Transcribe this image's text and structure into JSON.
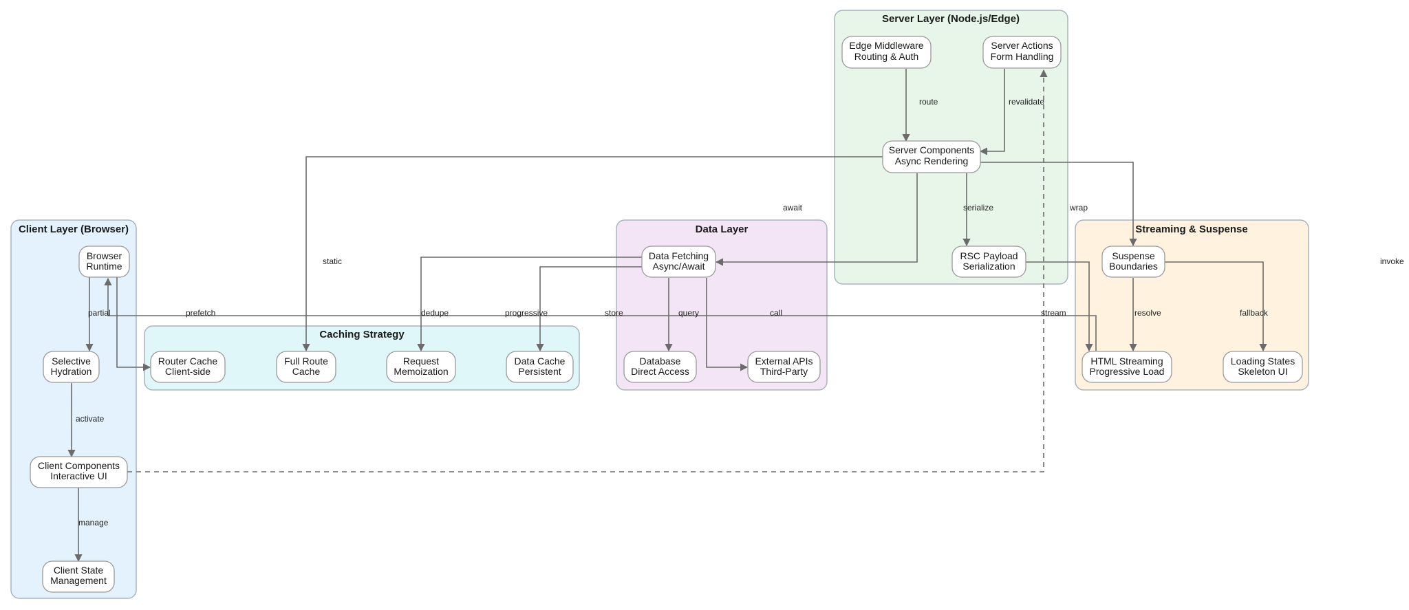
{
  "colors": {
    "client_fill": "#e3f2fd",
    "caching_fill": "#e0f7fa",
    "data_fill": "#f3e5f5",
    "server_fill": "#e8f5e9",
    "streaming_fill": "#fff3e0",
    "cluster_stroke": "#a9b4bf",
    "node_stroke": "#999999",
    "edge": "#6b6b6b"
  },
  "clusters": {
    "client": "Client Layer (Browser)",
    "caching": "Caching Strategy",
    "data": "Data Layer",
    "server": "Server Layer (Node.js/Edge)",
    "streaming": "Streaming & Suspense"
  },
  "nodes": {
    "browser_runtime": [
      "Browser",
      "Runtime"
    ],
    "selective_hydration": [
      "Selective",
      "Hydration"
    ],
    "client_components": [
      "Client Components",
      "Interactive UI"
    ],
    "client_state": [
      "Client State",
      "Management"
    ],
    "router_cache": [
      "Router Cache",
      "Client-side"
    ],
    "full_route_cache": [
      "Full Route",
      "Cache"
    ],
    "request_memo": [
      "Request",
      "Memoization"
    ],
    "data_cache": [
      "Data Cache",
      "Persistent"
    ],
    "data_fetching": [
      "Data Fetching",
      "Async/Await"
    ],
    "database": [
      "Database",
      "Direct Access"
    ],
    "external_apis": [
      "External APIs",
      "Third-Party"
    ],
    "edge_middleware": [
      "Edge Middleware",
      "Routing & Auth"
    ],
    "server_actions": [
      "Server Actions",
      "Form Handling"
    ],
    "server_components": [
      "Server Components",
      "Async Rendering"
    ],
    "rsc_payload": [
      "RSC Payload",
      "Serialization"
    ],
    "suspense_boundaries": [
      "Suspense",
      "Boundaries"
    ],
    "html_streaming": [
      "HTML Streaming",
      "Progressive Load"
    ],
    "loading_states": [
      "Loading States",
      "Skeleton UI"
    ]
  },
  "edge_labels": {
    "partial": "partial",
    "prefetch": "prefetch",
    "activate": "activate",
    "manage": "manage",
    "static": "static",
    "dedupe": "dedupe",
    "progressive": "progressive",
    "store": "store",
    "query": "query",
    "call": "call",
    "await": "await",
    "route": "route",
    "revalidate": "revalidate",
    "serialize": "serialize",
    "wrap": "wrap",
    "stream": "stream",
    "resolve": "resolve",
    "fallback": "fallback",
    "invoke": "invoke"
  }
}
